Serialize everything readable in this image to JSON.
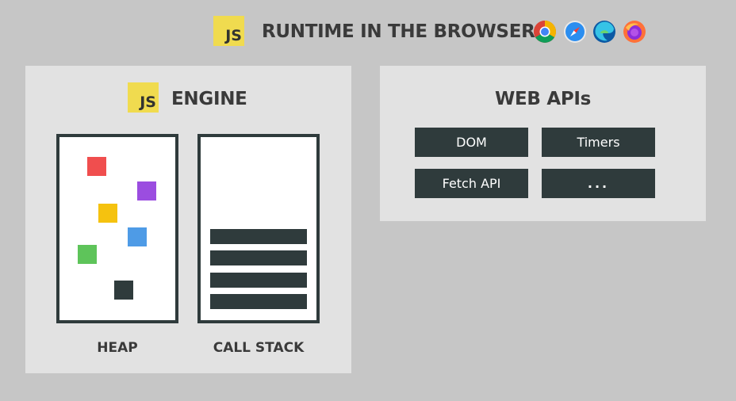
{
  "header": {
    "logo_text": "JS",
    "title": "RUNTIME IN THE BROWSER",
    "browsers": [
      "chrome-icon",
      "safari-icon",
      "edge-icon",
      "firefox-icon"
    ]
  },
  "engine": {
    "logo_text": "JS",
    "title": "ENGINE",
    "heap_label": "HEAP",
    "call_stack_label": "CALL STACK",
    "heap_object_colors": [
      "#f04e4e",
      "#9b4de0",
      "#f5c20f",
      "#4e9be6",
      "#5ec45a",
      "#2f3b3c"
    ]
  },
  "web_apis": {
    "title": "WEB APIs",
    "items": [
      "DOM",
      "Timers",
      "Fetch API",
      "..."
    ]
  }
}
